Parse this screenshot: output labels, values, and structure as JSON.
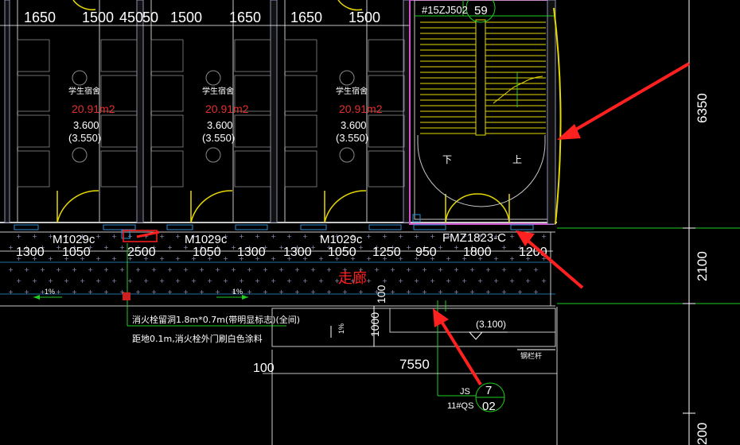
{
  "colors": {
    "background": "#000000",
    "wall": "#c8c8c8",
    "dimension": "#ffffff",
    "green": "#22cc22",
    "yellow": "#e6d800",
    "magenta": "#d050d0",
    "red": "#ff2020",
    "cyan": "#2e8fd6",
    "hatch": "#9090b8"
  },
  "top_dims": [
    "1650",
    "1500",
    "450",
    "50",
    "1500",
    "1650",
    "1650",
    "1500"
  ],
  "stair_ref": "#15ZJ502",
  "stair_ref_num": "59",
  "rooms": [
    {
      "name": "学生宿舍",
      "area": "20.91m2",
      "elev": "3.600",
      "elev2": "(3.550)"
    },
    {
      "name": "学生宿舍",
      "area": "20.91m2",
      "elev": "3.600",
      "elev2": "(3.550)"
    },
    {
      "name": "学生宿舍",
      "area": "20.91m2",
      "elev": "3.600",
      "elev2": "(3.550)"
    }
  ],
  "stair_down": "下",
  "stair_up": "上",
  "doors": [
    "M1029c",
    "M1029c",
    "M1029c",
    "FMZ1823-C"
  ],
  "bottom_dims": [
    "1300",
    "1050",
    "2500",
    "1050",
    "1300",
    "1300",
    "1050",
    "1250",
    "950",
    "1800",
    "1200"
  ],
  "corridor": "走廊",
  "slope": [
    "1%",
    "1%",
    "1%"
  ],
  "corridor_width": "100",
  "dim_1000": "1000",
  "elevation_3100": "(3.100)",
  "note_line1": "消火栓留洞1.8m*0.7m(带明显标志)(全间)",
  "note_line2": "距地0.1m,消火栓外门刷白色涂料",
  "railing_note": "钢栏杆",
  "dim_100": "100",
  "dim_7550": "7550",
  "detail_js": "JS",
  "detail_ref": "11#QS",
  "detail_num": "7",
  "detail_sheet": "02",
  "right_dims": [
    "6350",
    "2100",
    "200"
  ]
}
